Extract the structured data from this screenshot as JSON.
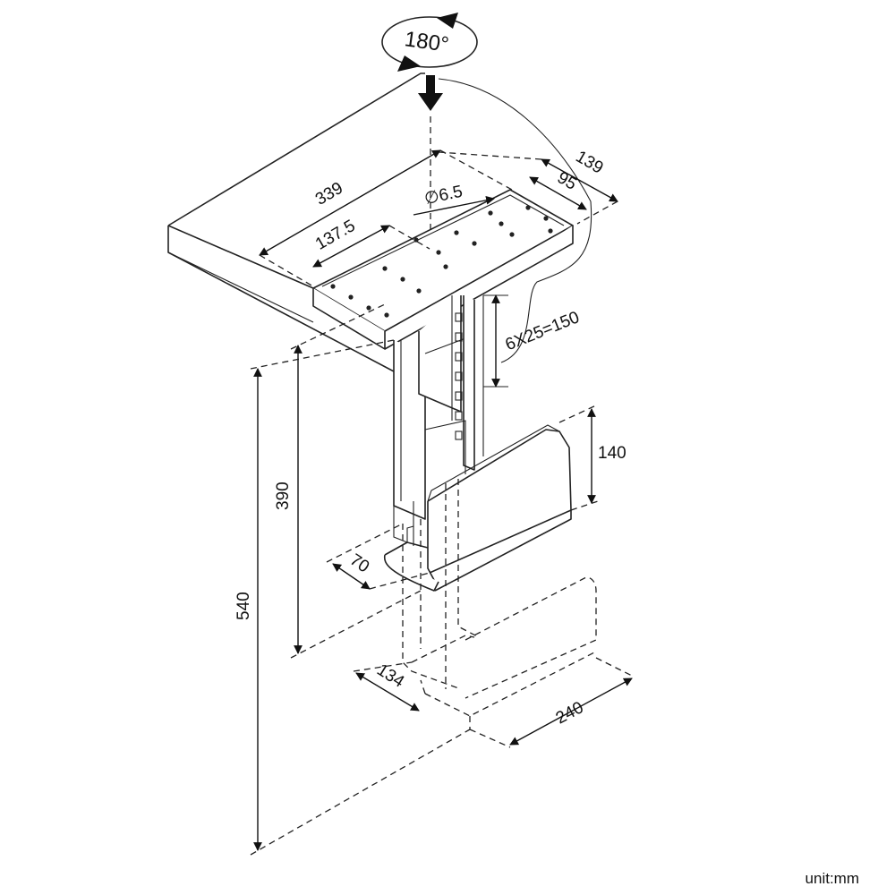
{
  "rotation": {
    "label": "180°"
  },
  "dimensions": {
    "plate_width": "339",
    "plate_depth": "139",
    "inner_depth": "95",
    "hole_offset": "137.5",
    "hole_diameter": "∅6.5",
    "adjust_steps": "6X25=150",
    "holder_height": "140",
    "min_height": "390",
    "max_height": "540",
    "holder_depth": "70",
    "holder_width_min": "134",
    "holder_width_max": "240"
  },
  "unit_label": "unit:mm"
}
